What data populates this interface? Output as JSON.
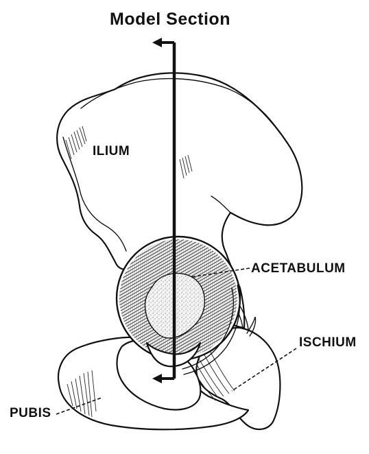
{
  "title": "Model Section",
  "labels": {
    "ilium": "ILIUM",
    "acetabulum": "ACETABULUM",
    "ischium": "ISCHIUM",
    "pubis": "PUBIS"
  }
}
